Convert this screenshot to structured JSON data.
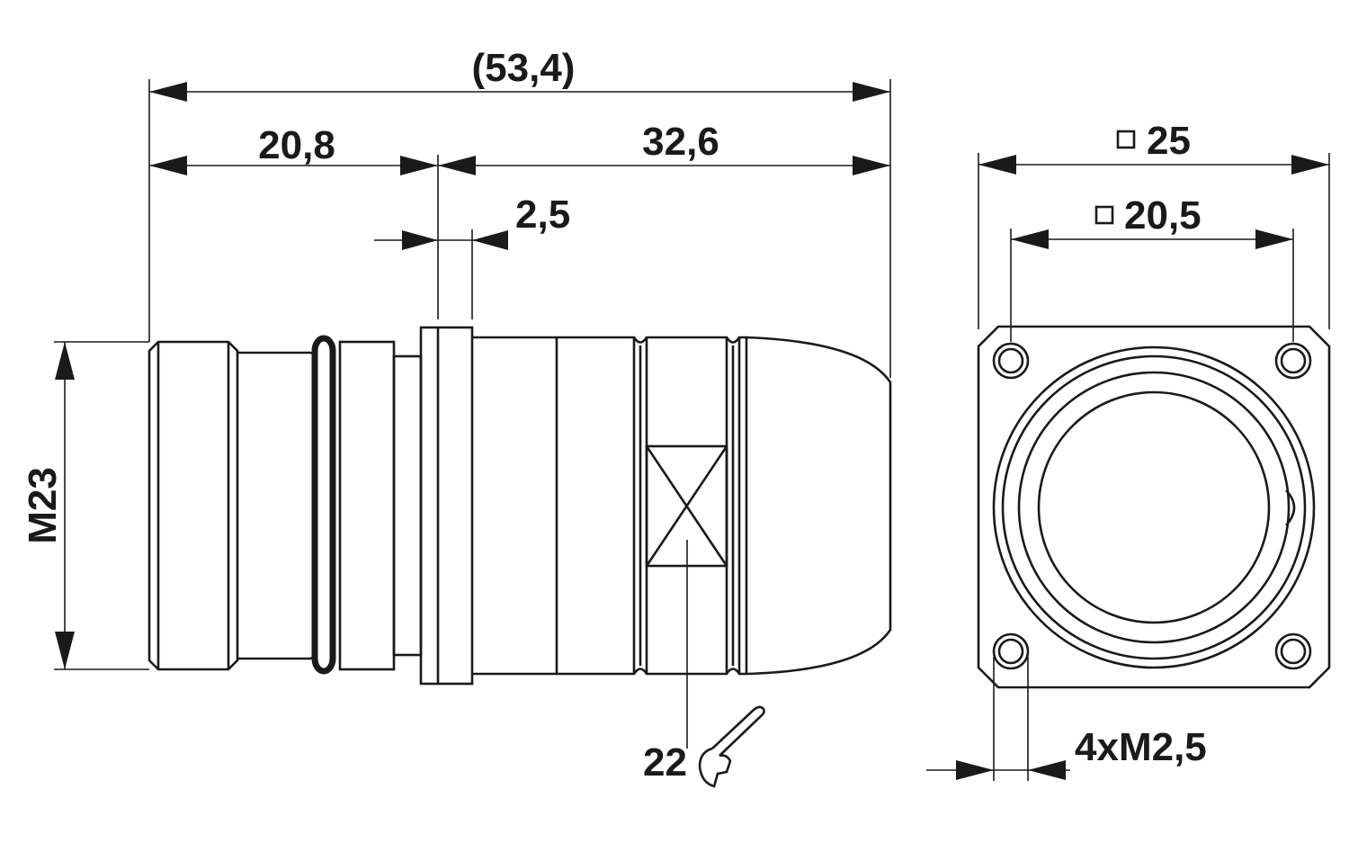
{
  "drawing": {
    "side_view": {
      "overall_length": "(53,4)",
      "front_length": "20,8",
      "rear_length": "32,6",
      "flange_thickness": "2,5",
      "thread": "M23",
      "wrench_size": "22",
      "wrench_icon": "wrench-icon"
    },
    "front_view": {
      "flange_square": "25",
      "hole_spacing_square": "20,5",
      "square_symbol": "square-icon",
      "mounting_holes": "4xM2,5"
    }
  }
}
